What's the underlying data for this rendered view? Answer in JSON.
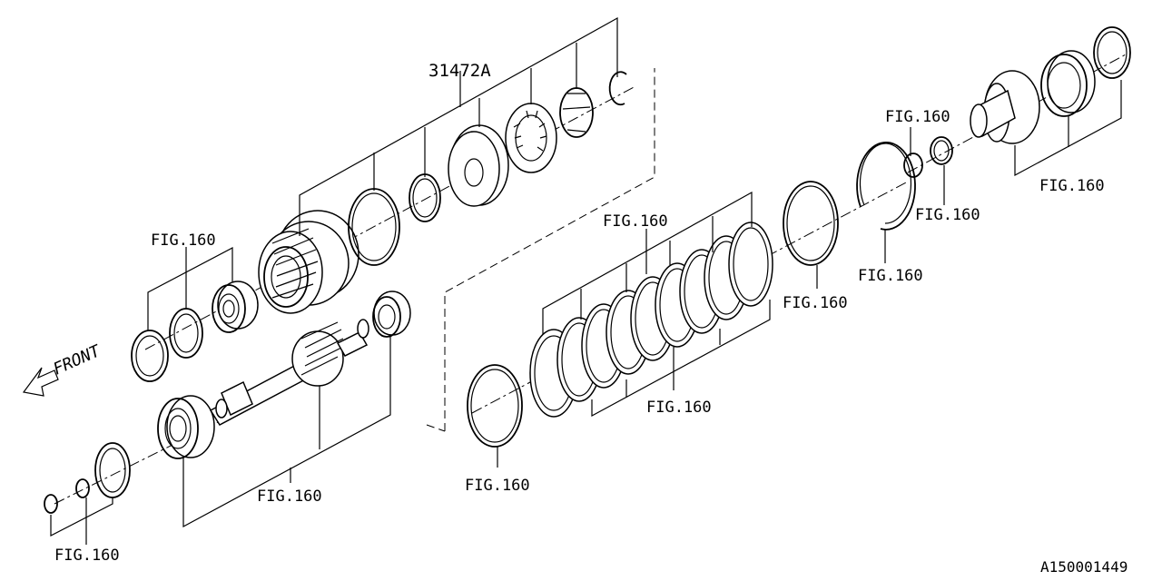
{
  "diagram": {
    "part_number": "31472A",
    "figure_code": "A150001449",
    "direction_label": "FRONT",
    "callouts": [
      "FIG.160",
      "FIG.160",
      "FIG.160",
      "FIG.160",
      "FIG.160",
      "FIG.160",
      "FIG.160",
      "FIG.160",
      "FIG.160",
      "FIG.160",
      "FIG.160"
    ]
  }
}
